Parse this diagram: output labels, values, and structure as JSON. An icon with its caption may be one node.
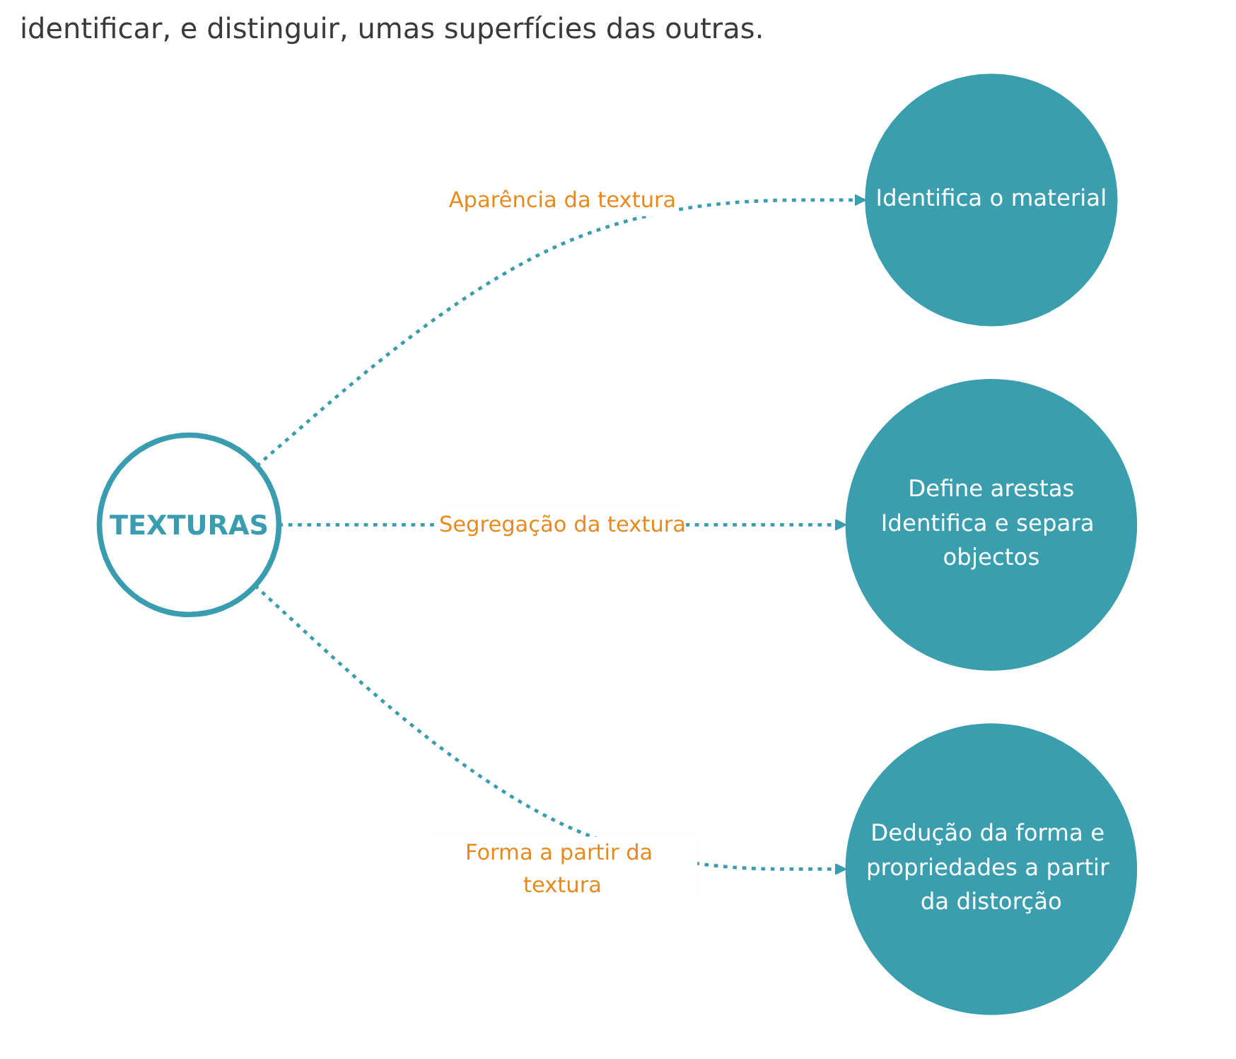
{
  "diagram": {
    "nodes": [
      {
        "text": [
          "TEXTURAS"
        ]
      },
      {
        "text": [
          "Identifica o material"
        ]
      },
      {
        "text": [
          "Define arestas",
          "Identifica e separa objectos"
        ]
      },
      {
        "text": [
          "Dedução da forma e propriedades a partir da distorção"
        ]
      }
    ],
    "edges": [
      {
        "from": 0,
        "to": 1,
        "arrow": "to",
        "label": "Aparência da textura",
        "style": "dashed"
      },
      {
        "from": 0,
        "to": 2,
        "arrow": "to",
        "label": "Segregação da textura",
        "style": "dashed"
      },
      {
        "from": 0,
        "to": 3,
        "arrow": "to",
        "label": "Forma a partir da textura",
        "style": "dashed"
      }
    ],
    "labels": [
      "identificar, e distinguir, umas superfícies das outras."
    ]
  }
}
